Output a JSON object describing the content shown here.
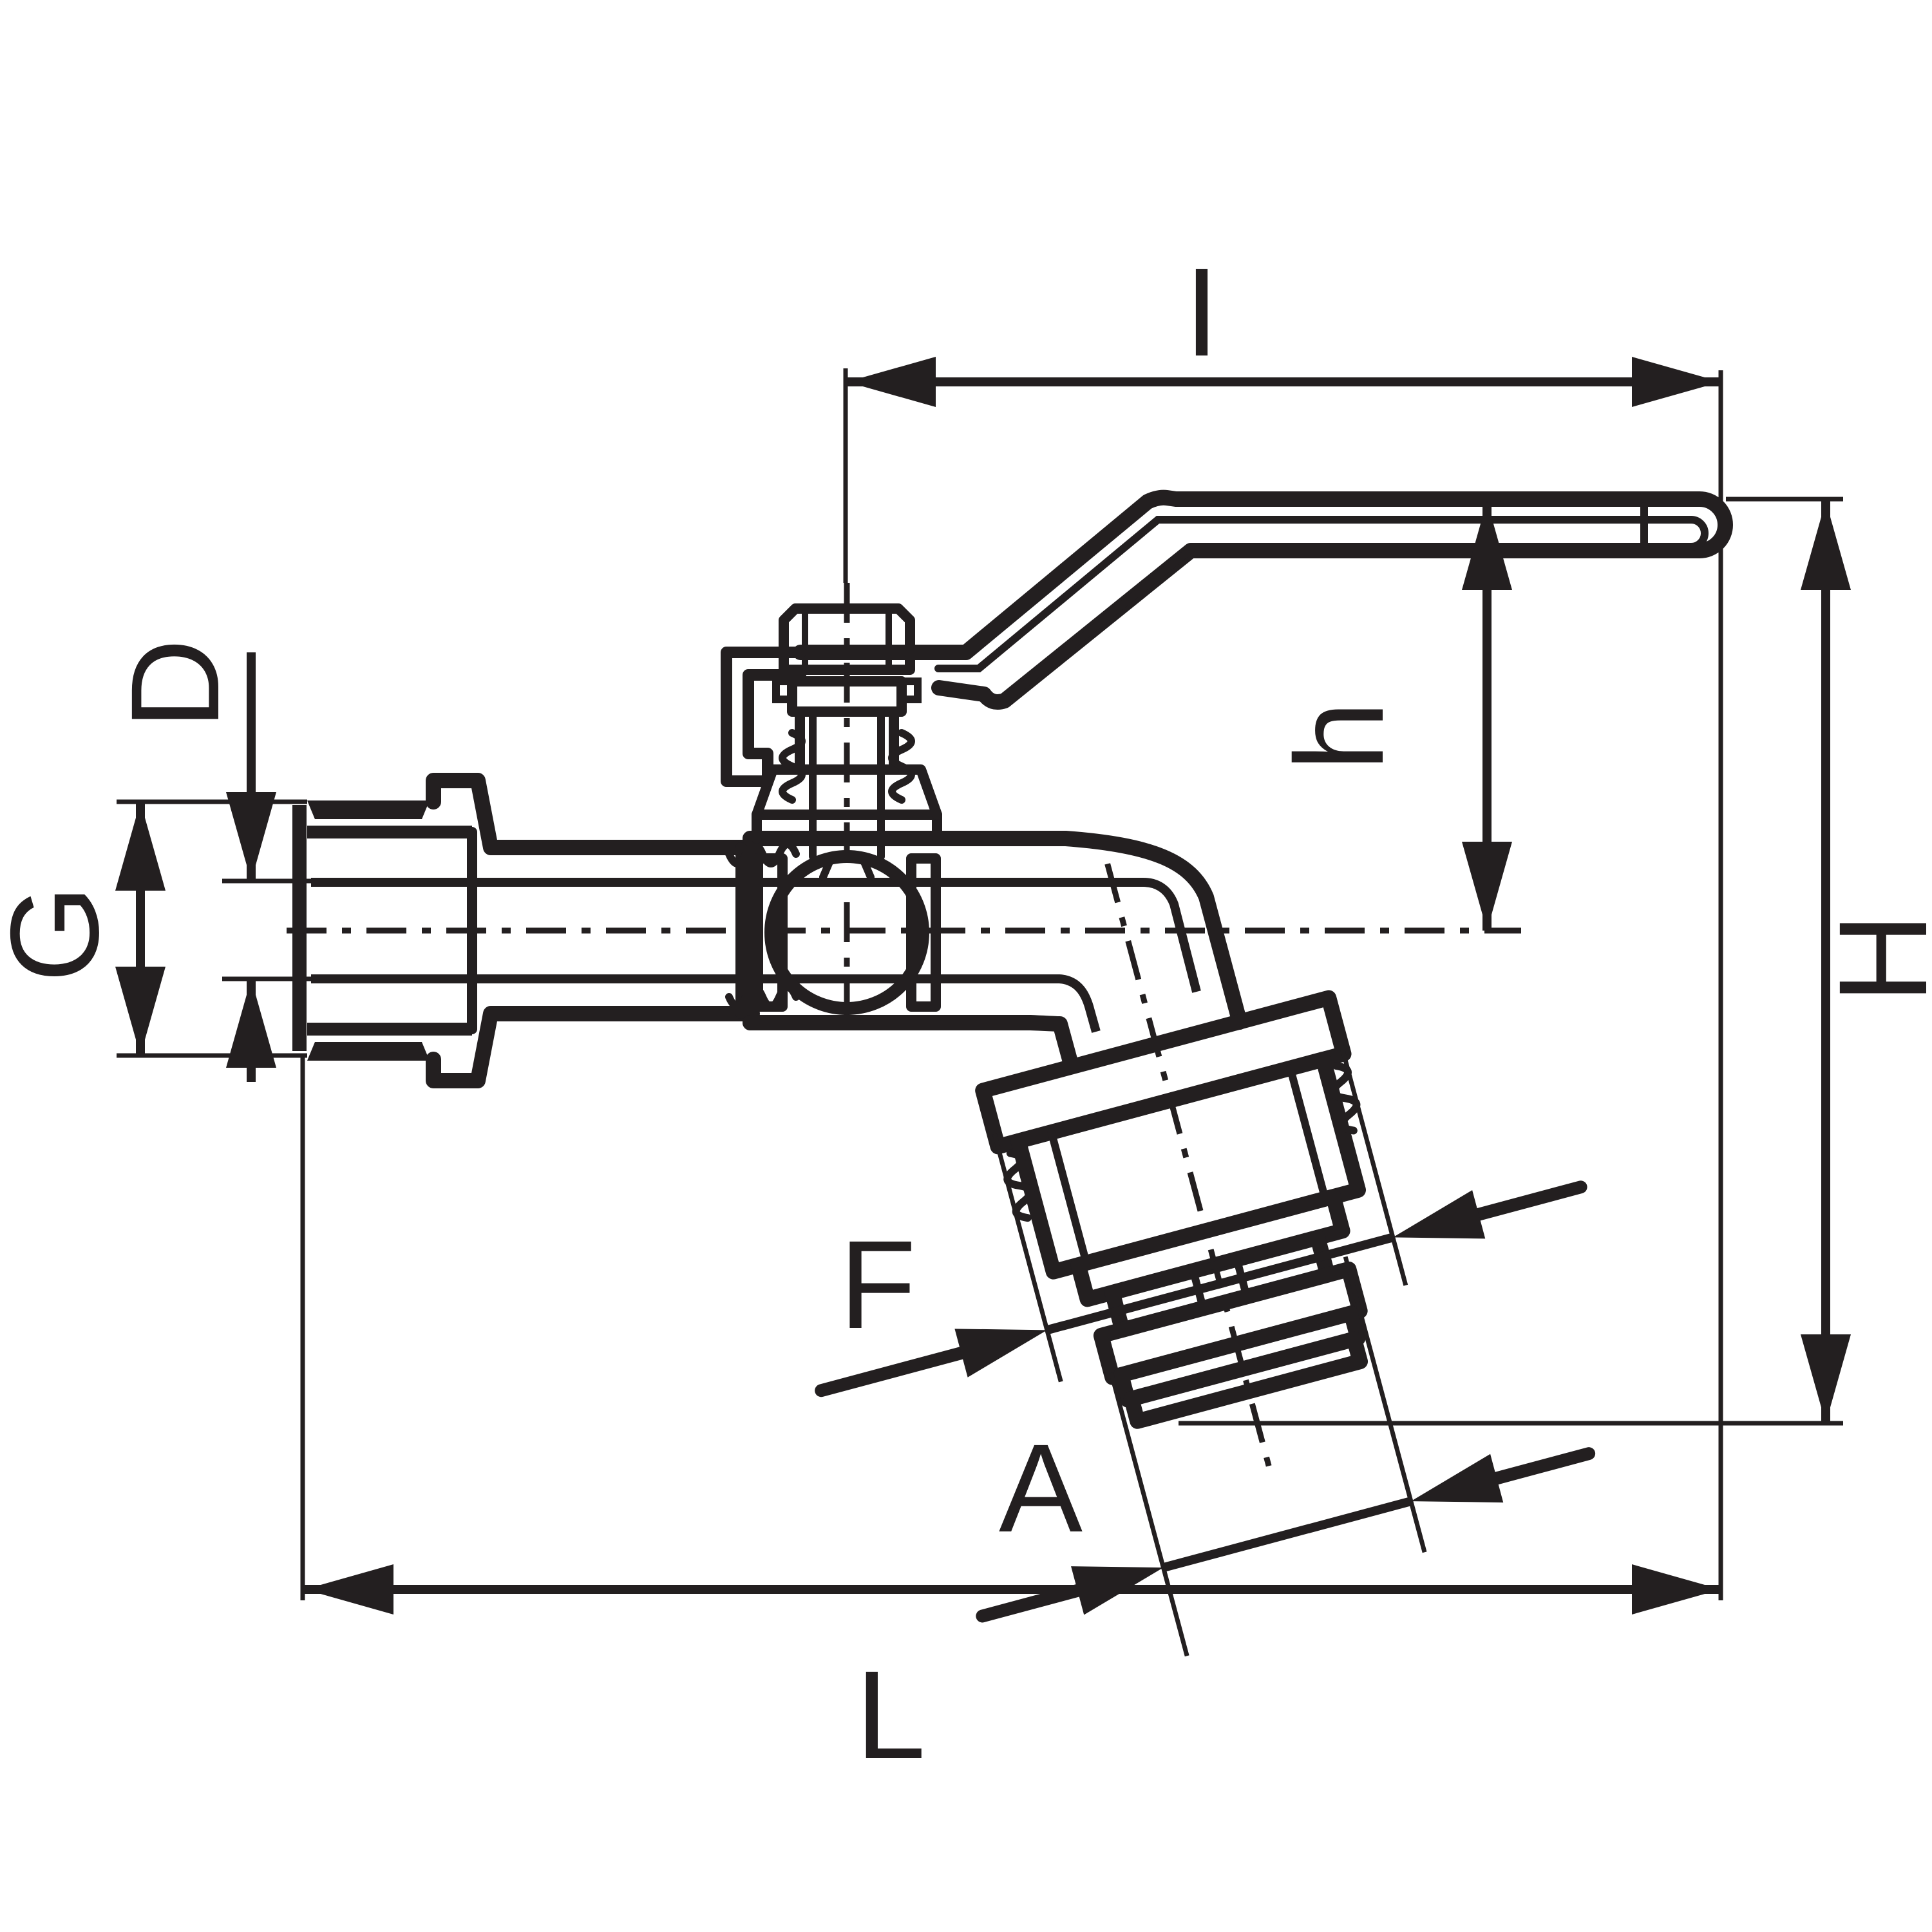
{
  "drawing": {
    "ink_color": "#231f20",
    "background_color": "#ffffff",
    "labels": {
      "D": "D",
      "G": "G",
      "I": "I",
      "h": "h",
      "H": "H",
      "F": "F",
      "A": "A",
      "L": "L"
    }
  }
}
